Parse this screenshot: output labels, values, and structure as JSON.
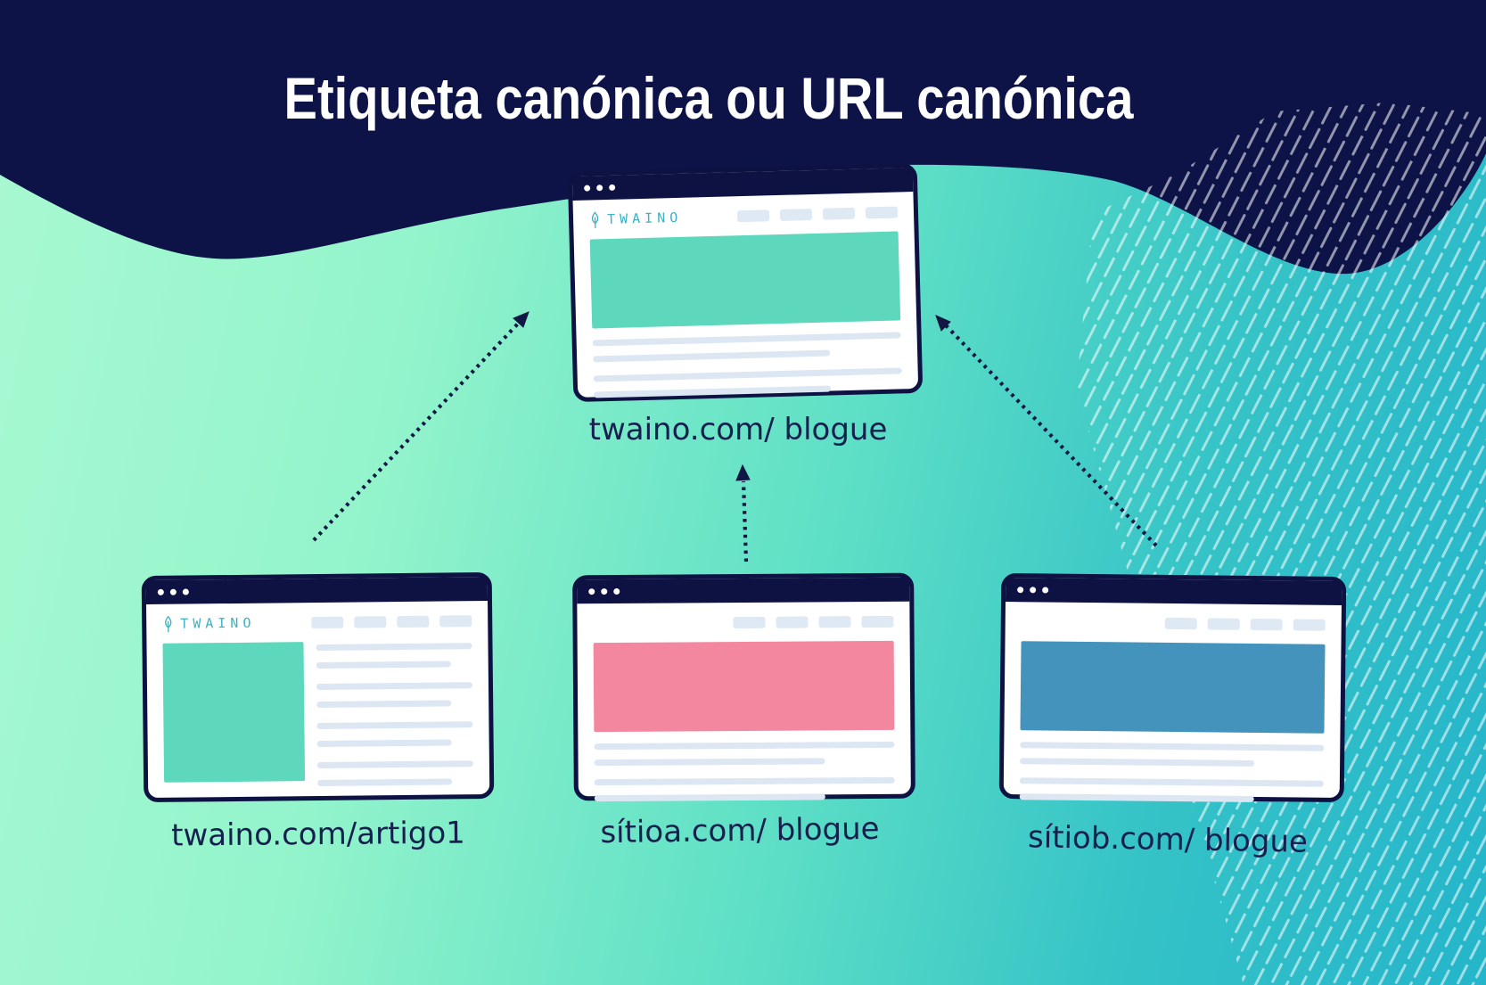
{
  "title": "Etiqueta canónica ou URL canónica",
  "brand": {
    "name": "TWAINO"
  },
  "windows": {
    "canonical": {
      "logo": "TWAINO",
      "url": "twaino.com/ blogue",
      "hero_color": "#5ed8bc"
    },
    "article": {
      "logo": "TWAINO",
      "url": "twaino.com/artigo1",
      "hero_color": "#5ed8bc"
    },
    "site_a": {
      "url": "sítioa.com/ blogue",
      "hero_color": "#f2879f"
    },
    "site_b": {
      "url": "sítiob.com/ blogue",
      "hero_color": "#4493bc"
    }
  },
  "arrows": [
    {
      "from": "twaino.com/artigo1",
      "to": "twaino.com/ blogue"
    },
    {
      "from": "sítioa.com/ blogue",
      "to": "twaino.com/ blogue"
    },
    {
      "from": "sítiob.com/ blogue",
      "to": "twaino.com/ blogue"
    }
  ],
  "colors": {
    "navy": "#0d1243",
    "mint": "#a9f9d2",
    "cyan": "#25b5ca",
    "hero_teal": "#5ed8bc",
    "hero_pink": "#f2879f",
    "hero_blue": "#4493bc",
    "logo_teal": "#3db1c3",
    "placeholder": "#dce7f3"
  }
}
